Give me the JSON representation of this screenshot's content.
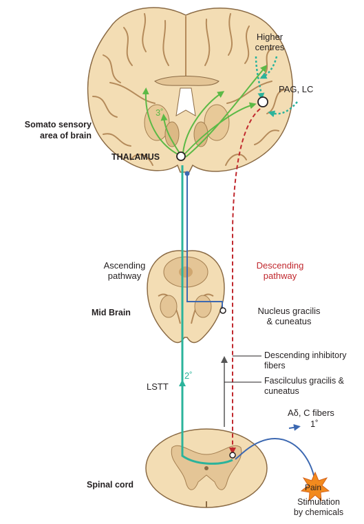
{
  "labels": {
    "higher_centres_1": "Higher",
    "higher_centres_2": "centres",
    "pag_lc": "PAG, LC",
    "somato_1": "Somato sensory",
    "somato_2": "area of brain",
    "third_order": "3˚",
    "thalamus": "THALAMUS",
    "ascending_1": "Ascending",
    "ascending_2": "pathway",
    "descending_1": "Descending",
    "descending_2": "pathway",
    "mid_brain": "Mid Brain",
    "nucleus_1": "Nucleus gracilis",
    "nucleus_2": "& cuneatus",
    "desc_inhib_1": "Descending inhibitory",
    "desc_inhib_2": "fibers",
    "fasc_1": "Fascilculus gracilis &",
    "fasc_2": "cuneatus",
    "second_order": "2˚",
    "lstt": "LSTT",
    "fibers": "Aδ, C fibers",
    "first_order": "1˚",
    "spinal_cord": "Spinal cord",
    "pain": "Pain",
    "stim_1": "Stimulation",
    "stim_2": "by chemicals"
  },
  "colors": {
    "ascending": "#2bb39b",
    "third_order": "#5cb946",
    "descending": "#c0272d",
    "dorsal_column": "#3c68b1",
    "primary_afferent": "#3c68b1",
    "tissue": "#f3ddb4",
    "tissue_dark": "#d5b07e",
    "tissue_outline": "#8a6a44",
    "pain_star": "#f28a1e"
  }
}
